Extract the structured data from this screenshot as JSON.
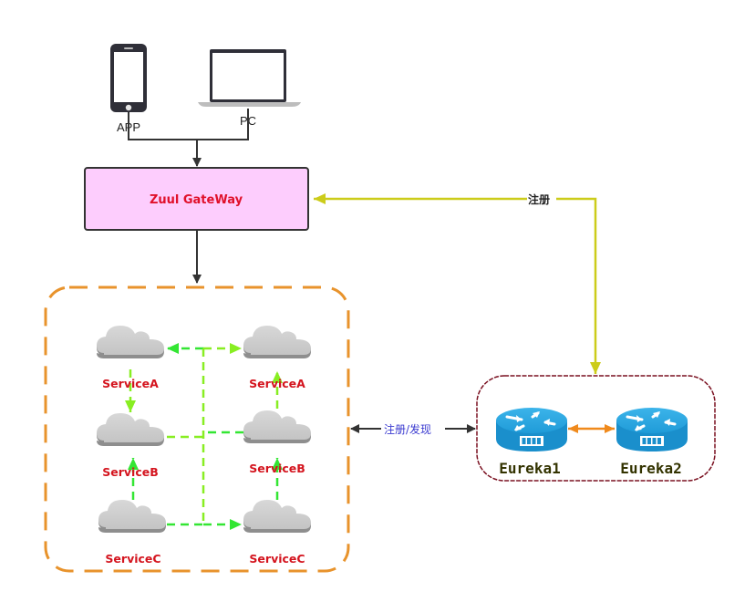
{
  "clients": {
    "app": {
      "label": "APP",
      "icon": "smartphone-icon"
    },
    "pc": {
      "label": "PC",
      "icon": "laptop-icon"
    }
  },
  "gateway": {
    "label": "Zuul GateWay",
    "fill": "#fdcdfd"
  },
  "service_cluster": {
    "border_color": "#e8932c",
    "services": [
      {
        "label": "ServiceA",
        "column": "left",
        "icon": "cloud-icon"
      },
      {
        "label": "ServiceA",
        "column": "right",
        "icon": "cloud-icon"
      },
      {
        "label": "ServiceB",
        "column": "left",
        "icon": "cloud-icon"
      },
      {
        "label": "ServiceB",
        "column": "right",
        "icon": "cloud-icon"
      },
      {
        "label": "ServiceC",
        "column": "left",
        "icon": "cloud-icon"
      },
      {
        "label": "ServiceC",
        "column": "right",
        "icon": "cloud-icon"
      }
    ],
    "link_color": "#33e633"
  },
  "registry_cluster": {
    "border_color": "#7a1020",
    "nodes": [
      {
        "label": "Eureka1",
        "icon": "router-icon"
      },
      {
        "label": "Eureka2",
        "icon": "router-icon"
      }
    ],
    "peer_link_color": "#f08a1c"
  },
  "connectors": {
    "register": {
      "label": "注册",
      "color": "#cccc1a"
    },
    "register_discover": {
      "label": "注册/发现",
      "color": "#333333"
    }
  }
}
